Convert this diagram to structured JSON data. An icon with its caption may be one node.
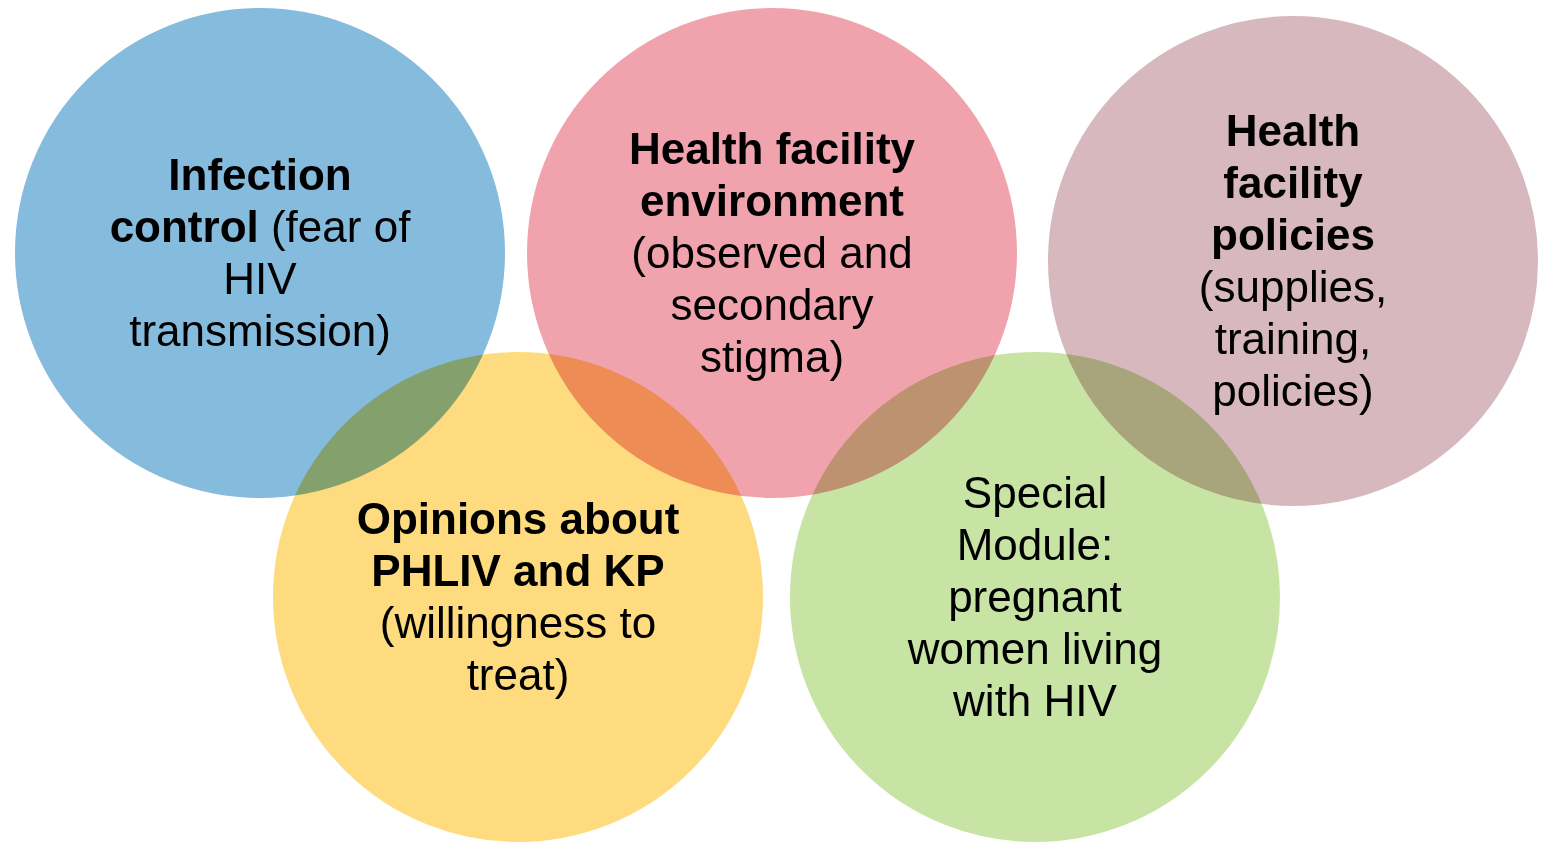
{
  "diagram": {
    "nodes": [
      {
        "text": [
          "**Infection control** (fear of HIV transmission)"
        ]
      },
      {
        "text": [
          "Health facility environment",
          "(observed and secondary stigma)"
        ]
      },
      {
        "text": [
          "Health facility policies",
          "(supplies, training, policies)"
        ]
      },
      {
        "text": [
          "Opinions about PHLIV and KP",
          "(willingness to treat)"
        ]
      },
      {
        "text": [
          "Special Module: pregnant women living with HIV"
        ]
      }
    ]
  }
}
